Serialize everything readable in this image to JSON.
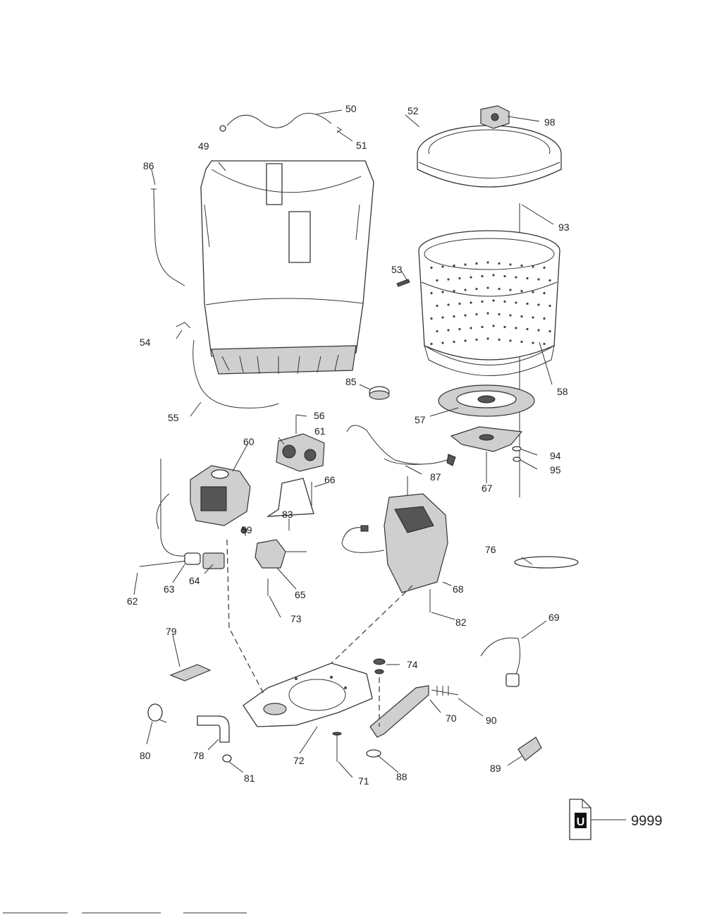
{
  "diagram": {
    "callouts": [
      "50",
      "51",
      "49",
      "86",
      "52",
      "98",
      "93",
      "53",
      "58",
      "54",
      "55",
      "85",
      "57",
      "56",
      "61",
      "60",
      "87",
      "94",
      "95",
      "67",
      "66",
      "83",
      "59",
      "68",
      "76",
      "62",
      "63",
      "64",
      "65",
      "73",
      "82",
      "69",
      "79",
      "74",
      "90",
      "70",
      "80",
      "78",
      "72",
      "71",
      "88",
      "81",
      "89"
    ],
    "page_code": "9999",
    "badge_letter": "U",
    "colors": {
      "ink": "#333333",
      "paper": "#ffffff"
    }
  }
}
